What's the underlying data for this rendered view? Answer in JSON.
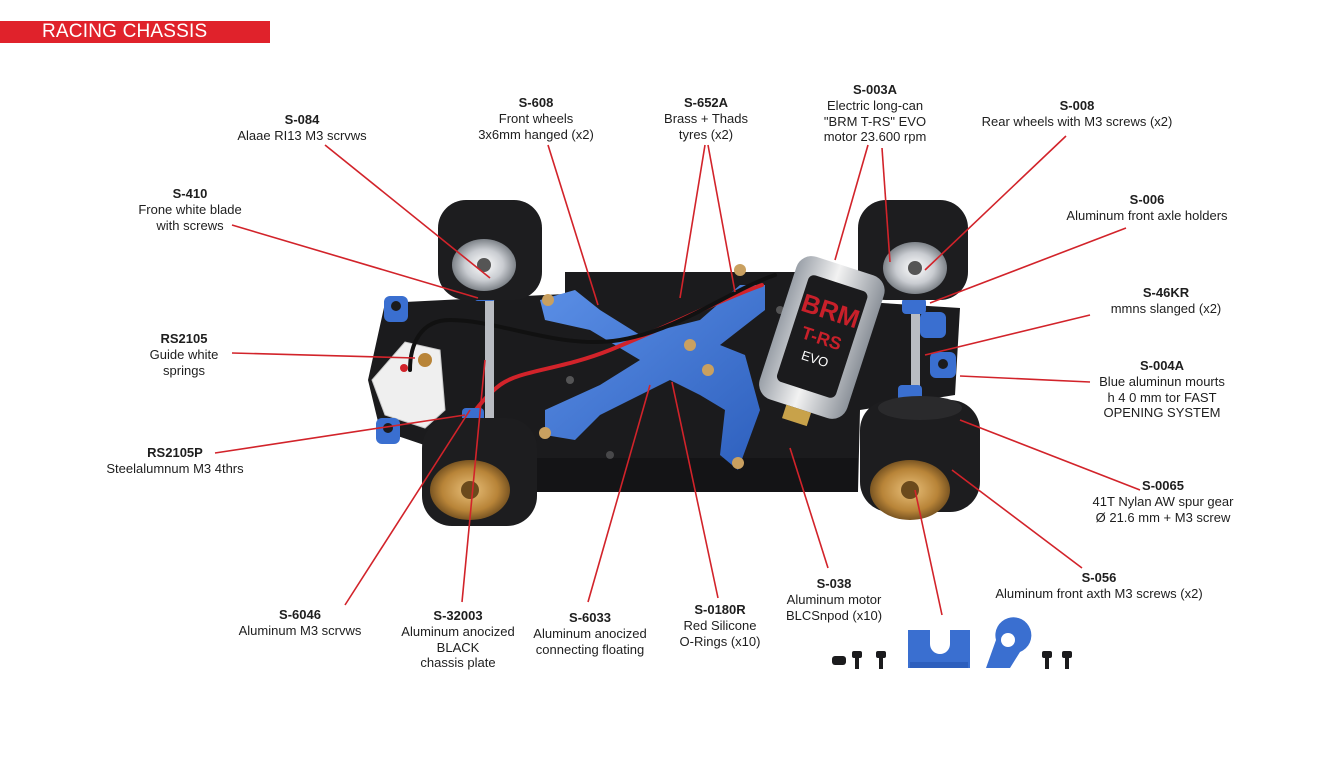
{
  "header": {
    "title": "RACING CHASSIS"
  },
  "colors": {
    "header_bg": "#e0222b",
    "leader_line": "#d2232a",
    "chassis_plate": "#1b1b1d",
    "blue_parts": "#3a6fd0",
    "tyre": "#1d1d1f",
    "rim_gold": "#b88438",
    "motor_red": "#c8202a"
  },
  "motor_label": {
    "brand": "BRM",
    "model": "T-RS",
    "sub": "EVO"
  },
  "callouts": [
    {
      "id": "s084",
      "code": "S-084",
      "lines": [
        "Alaae RI13 M3 scrvws"
      ]
    },
    {
      "id": "s608",
      "code": "S-608",
      "lines": [
        "Front wheels",
        "3x6mm hanged (x2)"
      ]
    },
    {
      "id": "s652a",
      "code": "S-652A",
      "lines": [
        "Brass + Thads",
        "tyres (x2)"
      ]
    },
    {
      "id": "s003a",
      "code": "S-003A",
      "lines": [
        "Electric long-can",
        "\"BRM T-RS\" EVO",
        "motor 23.600 rpm"
      ]
    },
    {
      "id": "s008",
      "code": "S-008",
      "lines": [
        "Rear wheels with M3 screws (x2)"
      ]
    },
    {
      "id": "s410",
      "code": "S-410",
      "lines": [
        "Frone white blade",
        "with screws"
      ]
    },
    {
      "id": "s006",
      "code": "S-006",
      "lines": [
        "Aluminum front axle holders"
      ]
    },
    {
      "id": "s46kr",
      "code": "S-46KR",
      "lines": [
        "mmns slanged (x2)"
      ]
    },
    {
      "id": "rs2105",
      "code": "RS2105",
      "lines": [
        "Guide white",
        "springs"
      ]
    },
    {
      "id": "s004a",
      "code": "S-004A",
      "lines": [
        "Blue aluminun mourts",
        "h 4 0 mm tor FAST",
        "OPENING SYSTEM"
      ]
    },
    {
      "id": "rs2105p",
      "code": "RS2105P",
      "lines": [
        "Steelalumnum M3 4thrs"
      ]
    },
    {
      "id": "s0065",
      "code": "S-0065",
      "lines": [
        "41T Nylan AW spur gear",
        "Ø 21.6 mm + M3 screw"
      ]
    },
    {
      "id": "s038",
      "code": "S-038",
      "lines": [
        "Aluminum motor",
        "BLCSnpod (x10)"
      ]
    },
    {
      "id": "s056",
      "code": "S-056",
      "lines": [
        "Aluminum front axth M3 screws (x2)"
      ]
    },
    {
      "id": "s6046",
      "code": "S-6046",
      "lines": [
        "Aluminum M3 scrvws"
      ]
    },
    {
      "id": "s32003",
      "code": "S-32003",
      "lines": [
        "Aluminum anocized",
        "BLACK",
        "chassis plate"
      ]
    },
    {
      "id": "s6033",
      "code": "S-6033",
      "lines": [
        "Aluminum anocized",
        "connecting floating"
      ]
    },
    {
      "id": "s0180r",
      "code": "S-0180R",
      "lines": [
        "Red Silicone",
        "O-Rings (x10)"
      ]
    }
  ]
}
